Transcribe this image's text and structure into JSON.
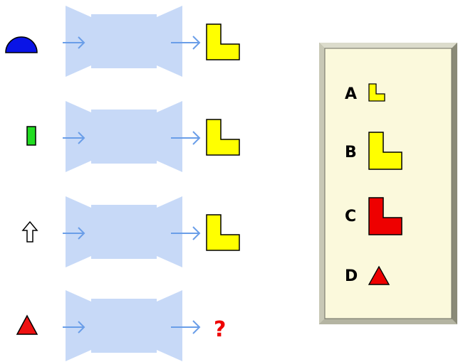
{
  "puzzle": {
    "unknown_output": "?",
    "inputs": [
      {
        "shape": "semicircle",
        "color": "#0a14e6"
      },
      {
        "shape": "rectangle",
        "color": "#22dd22"
      },
      {
        "shape": "up-arrow",
        "color": "#ffffff"
      },
      {
        "shape": "triangle",
        "color": "#ee1111"
      }
    ],
    "output_color": "#ffff00",
    "machine_color": "#c7d9f7",
    "arrow_color": "#6a9ee8"
  },
  "options": [
    {
      "letter": "A",
      "shape": "L-small",
      "color": "#ffff00"
    },
    {
      "letter": "B",
      "shape": "L-large",
      "color": "#ffff00"
    },
    {
      "letter": "C",
      "shape": "L-large",
      "color": "#ee0000"
    },
    {
      "letter": "D",
      "shape": "triangle",
      "color": "#ee0000"
    }
  ]
}
